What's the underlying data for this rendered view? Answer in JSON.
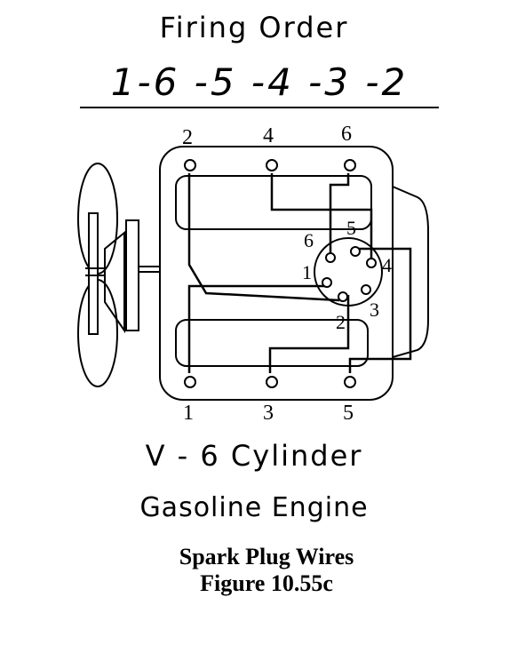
{
  "header": {
    "title": "Firing Order",
    "firing_order": "1-6 -5 -4 -3 -2"
  },
  "diagram": {
    "cylinder_labels": {
      "c2": "2",
      "c4": "4",
      "c6": "6",
      "c1": "1",
      "c3": "3",
      "c5": "5"
    },
    "distributor_labels": {
      "d6": "6",
      "d5": "5",
      "d4": "4",
      "d1": "1",
      "d2": "2",
      "d3": "3"
    }
  },
  "footer": {
    "engine_type": "V - 6 Cylinder",
    "fuel": "Gasoline Engine",
    "caption_line1": "Spark Plug Wires",
    "caption_line2": "Figure 10.55c"
  }
}
